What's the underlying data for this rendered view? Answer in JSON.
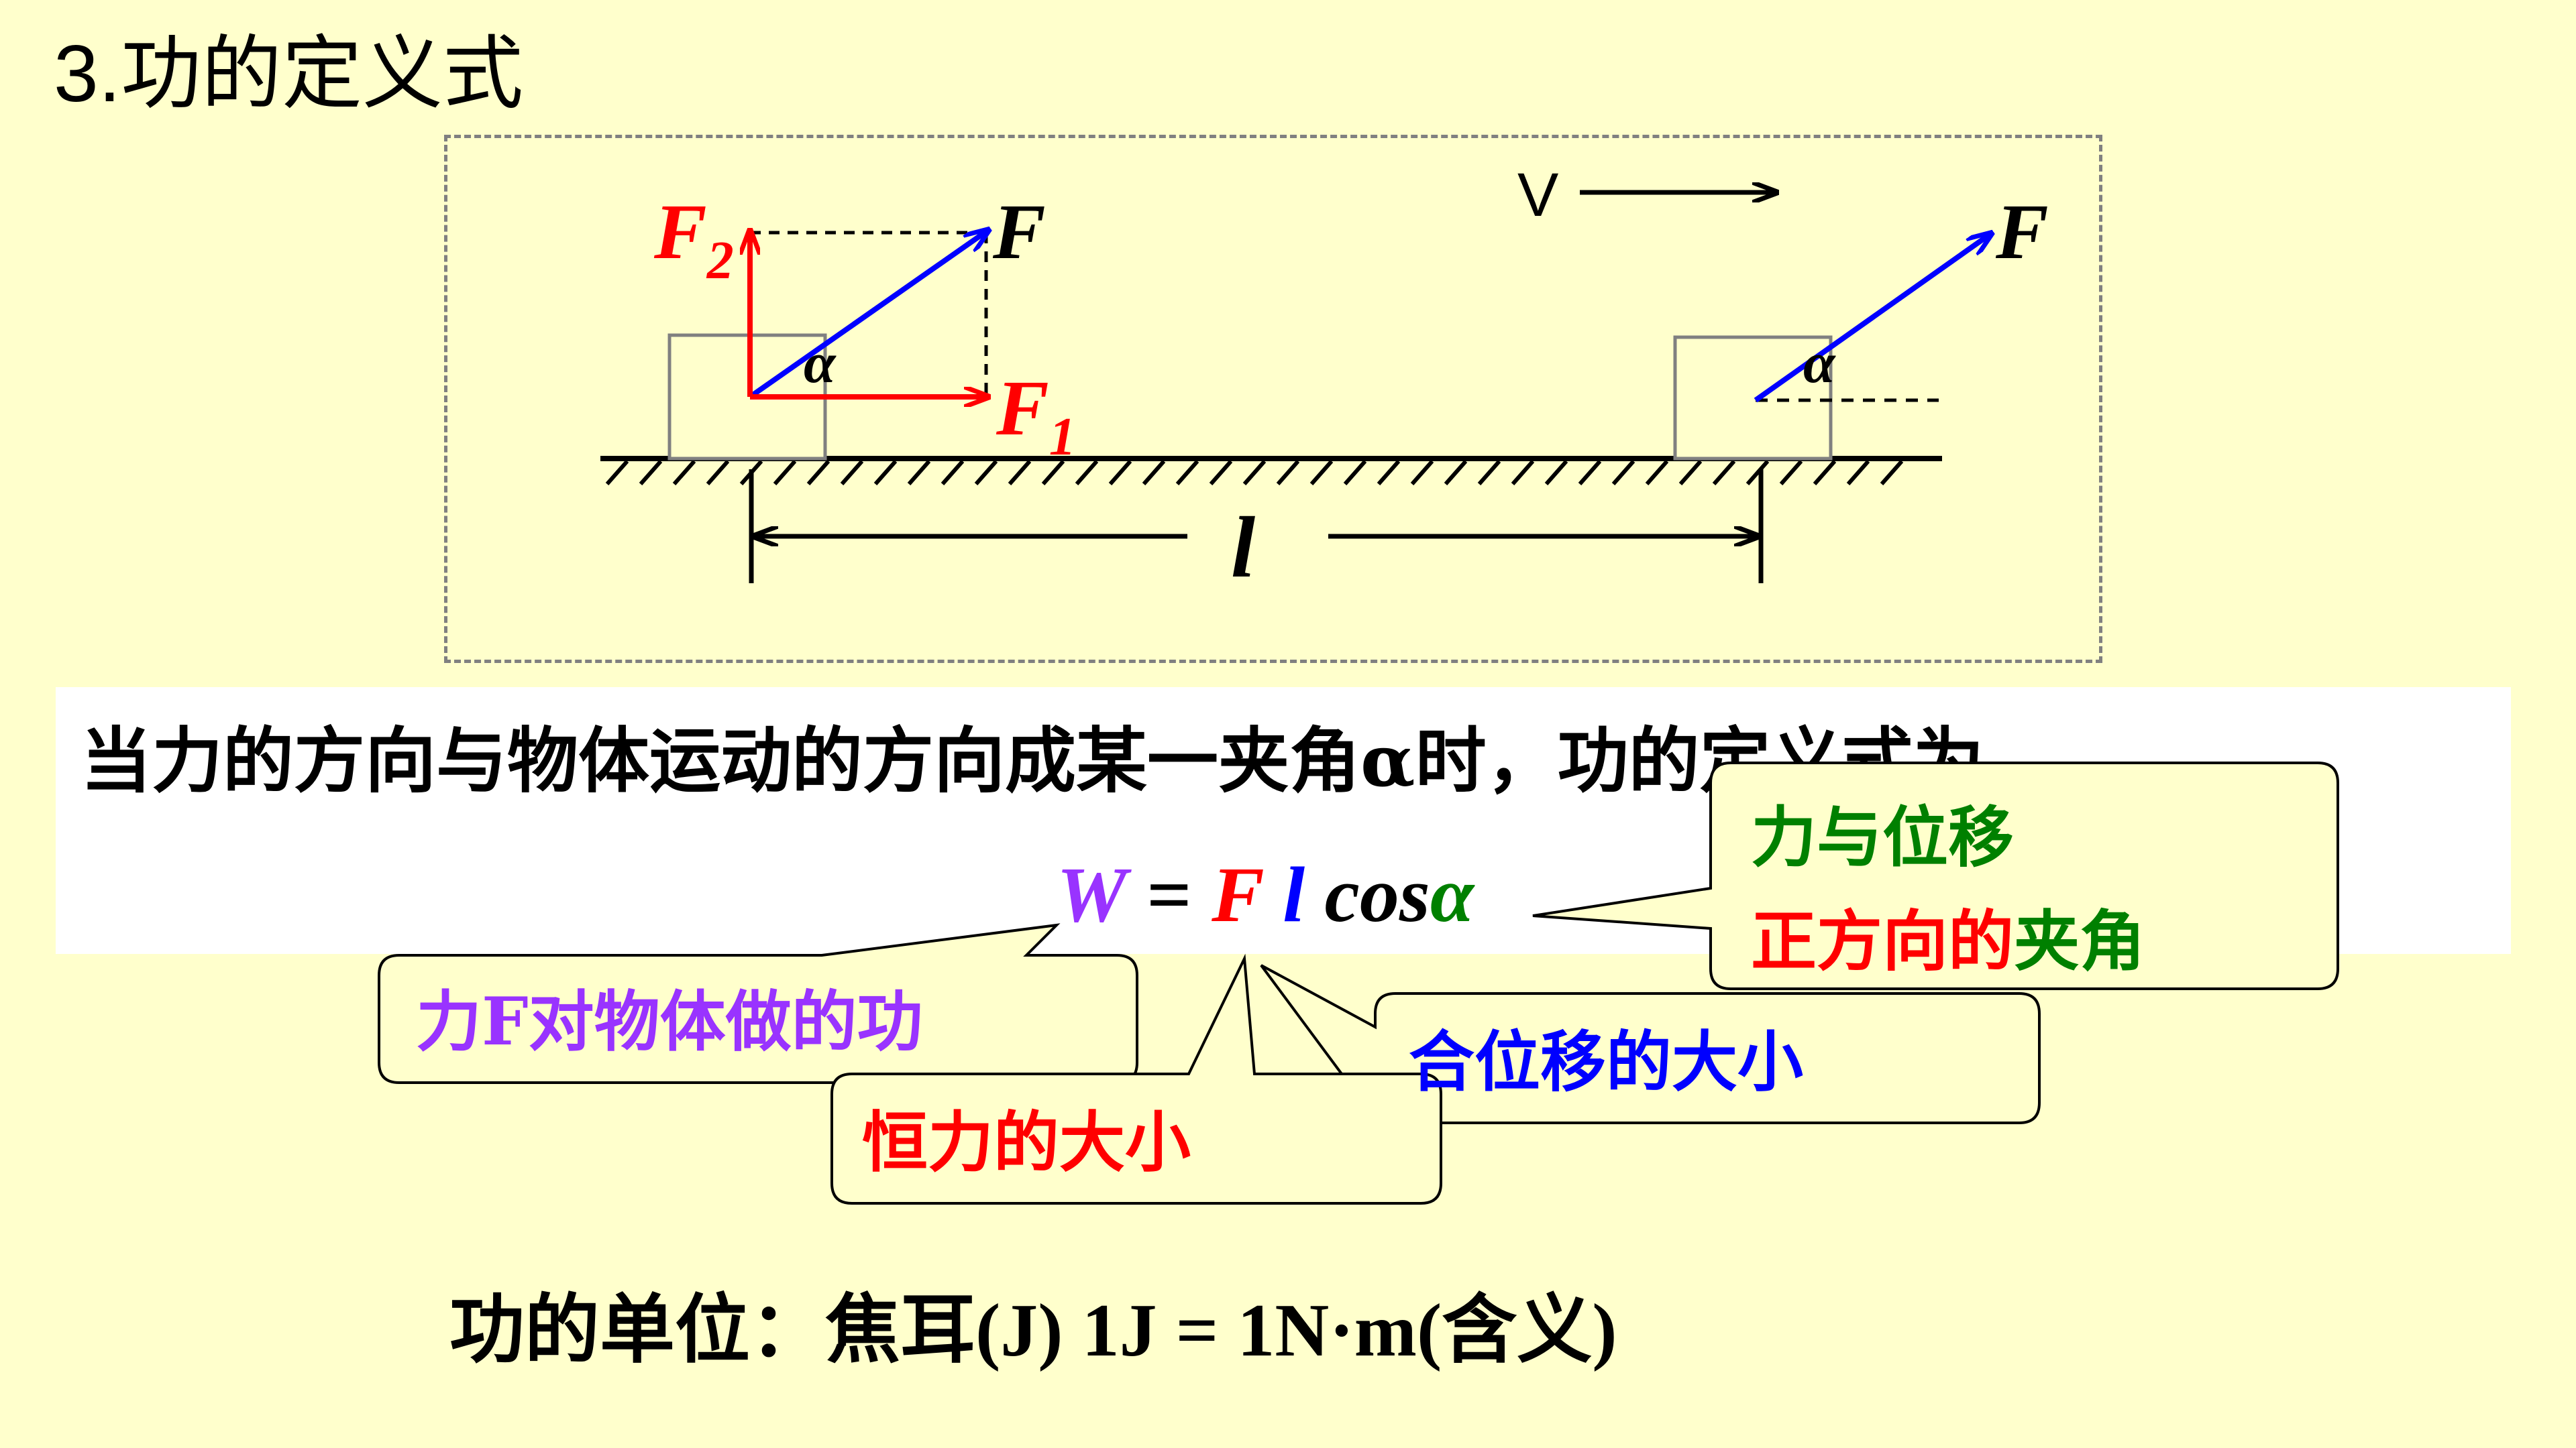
{
  "title": "3.功的定义式",
  "diagram": {
    "left_force_label": "F",
    "component_vertical": {
      "letter": "F",
      "subscript": "2"
    },
    "component_horizontal": {
      "letter": "F",
      "subscript": "1"
    },
    "left_angle": "α",
    "velocity_label": "V",
    "right_force_label": "F",
    "right_angle": "α",
    "displacement_label": "l"
  },
  "statement": "当力的方向与物体运动的方向成某一夹角α时，功的定义式为",
  "formula": {
    "w": "W",
    "eq": " = ",
    "f": "F",
    "l": " l",
    "cos": " cos",
    "alpha": "α"
  },
  "callouts": {
    "work": "力F对物体做的功",
    "force": "恒力的大小",
    "displacement": "合位移的大小",
    "angle_line1": "力与位移",
    "angle_line2": "正方向的夹角"
  },
  "unit_line": "功的单位：焦耳(J)      1J = 1N·m(含义)",
  "colors": {
    "background": "#FFFFCC",
    "work_purple": "#9933FF",
    "force_red": "#FF0000",
    "displacement_blue": "#0000FF",
    "angle_green": "#008000"
  }
}
